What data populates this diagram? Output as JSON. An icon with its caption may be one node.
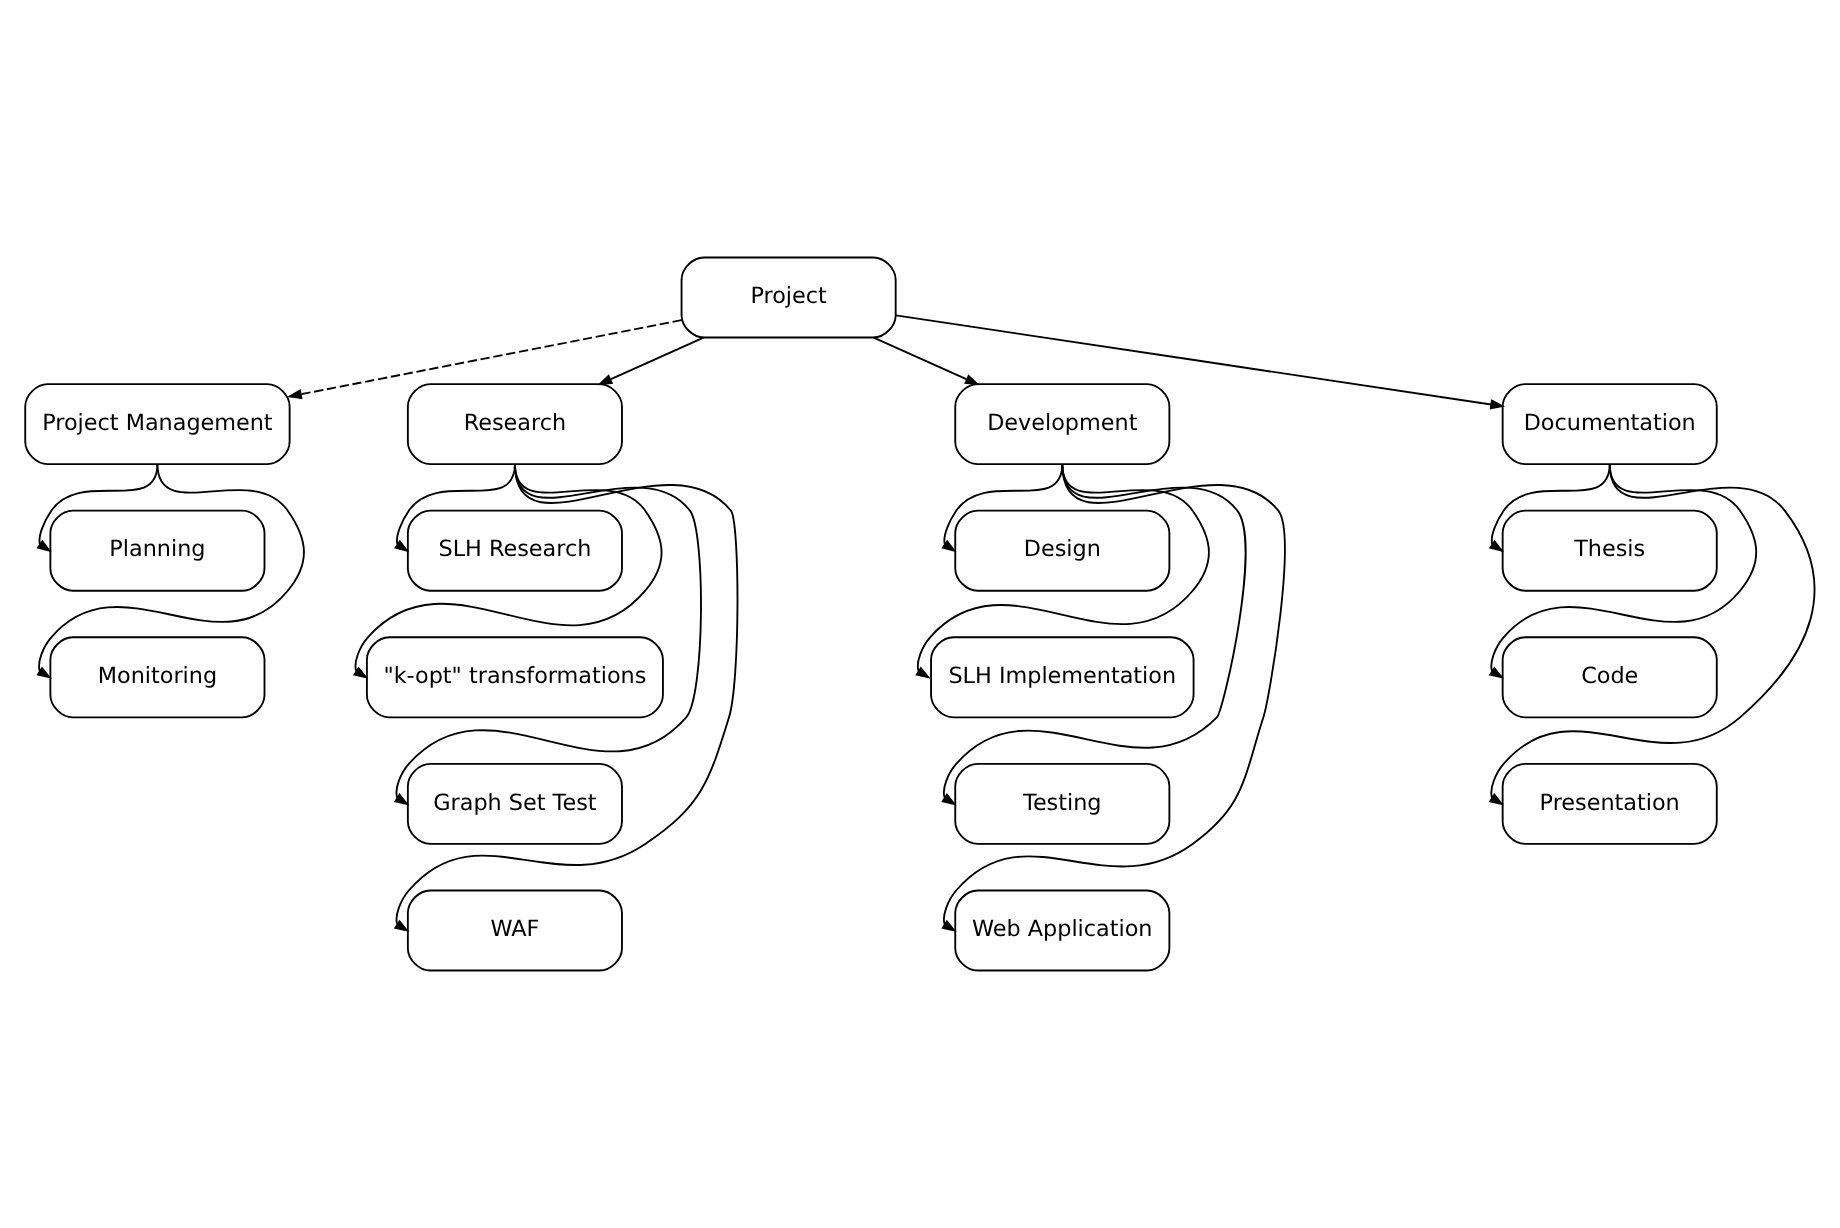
{
  "diagram": {
    "nodes": [
      {
        "text": [
          "Project"
        ]
      },
      {
        "text": [
          "Project Management"
        ]
      },
      {
        "text": [
          "Research"
        ]
      },
      {
        "text": [
          "Development"
        ]
      },
      {
        "text": [
          "Documentation"
        ]
      },
      {
        "text": [
          "Planning"
        ]
      },
      {
        "text": [
          "Monitoring"
        ]
      },
      {
        "text": [
          "SLH Research"
        ]
      },
      {
        "text": [
          "\"k-opt\" transformations"
        ]
      },
      {
        "text": [
          "Graph Set Test"
        ]
      },
      {
        "text": [
          "WAF"
        ]
      },
      {
        "text": [
          "Design"
        ]
      },
      {
        "text": [
          "SLH Implementation"
        ]
      },
      {
        "text": [
          "Testing"
        ]
      },
      {
        "text": [
          "Web Application"
        ]
      },
      {
        "text": [
          "Thesis"
        ]
      },
      {
        "text": [
          "Code"
        ]
      },
      {
        "text": [
          "Presentation"
        ]
      }
    ],
    "edges": [
      {
        "from": 0,
        "to": 1,
        "arrow": "to",
        "style": "dashed"
      },
      {
        "from": 0,
        "to": 2,
        "arrow": "to"
      },
      {
        "from": 0,
        "to": 3,
        "arrow": "to"
      },
      {
        "from": 0,
        "to": 4,
        "arrow": "to"
      },
      {
        "from": 1,
        "to": 5,
        "arrow": "to"
      },
      {
        "from": 1,
        "to": 6,
        "arrow": "to"
      },
      {
        "from": 2,
        "to": 7,
        "arrow": "to"
      },
      {
        "from": 2,
        "to": 8,
        "arrow": "to"
      },
      {
        "from": 2,
        "to": 9,
        "arrow": "to"
      },
      {
        "from": 2,
        "to": 10,
        "arrow": "to"
      },
      {
        "from": 3,
        "to": 11,
        "arrow": "to"
      },
      {
        "from": 3,
        "to": 12,
        "arrow": "to"
      },
      {
        "from": 3,
        "to": 13,
        "arrow": "to"
      },
      {
        "from": 3,
        "to": 14,
        "arrow": "to"
      },
      {
        "from": 4,
        "to": 15,
        "arrow": "to"
      },
      {
        "from": 4,
        "to": 16,
        "arrow": "to"
      },
      {
        "from": 4,
        "to": 17,
        "arrow": "to"
      }
    ]
  }
}
